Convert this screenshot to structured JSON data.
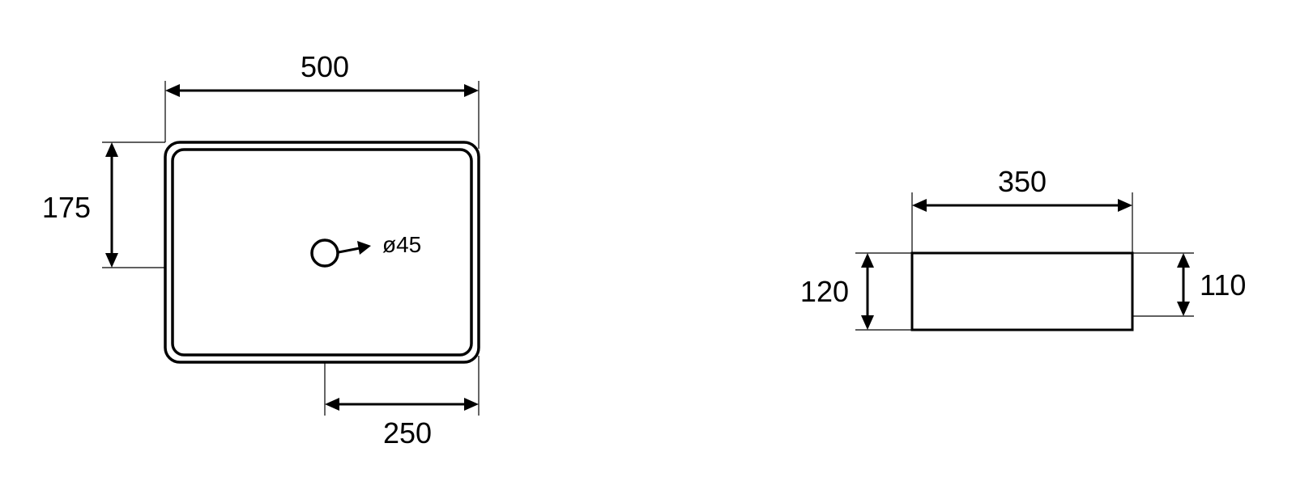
{
  "top_view": {
    "width_label": "500",
    "depth_label": "175",
    "drain_label": "ø45",
    "offset_label": "250"
  },
  "side_view": {
    "width_label": "350",
    "outer_height_label": "120",
    "inner_height_label": "110"
  },
  "colors": {
    "line": "#000000",
    "background": "#ffffff"
  }
}
